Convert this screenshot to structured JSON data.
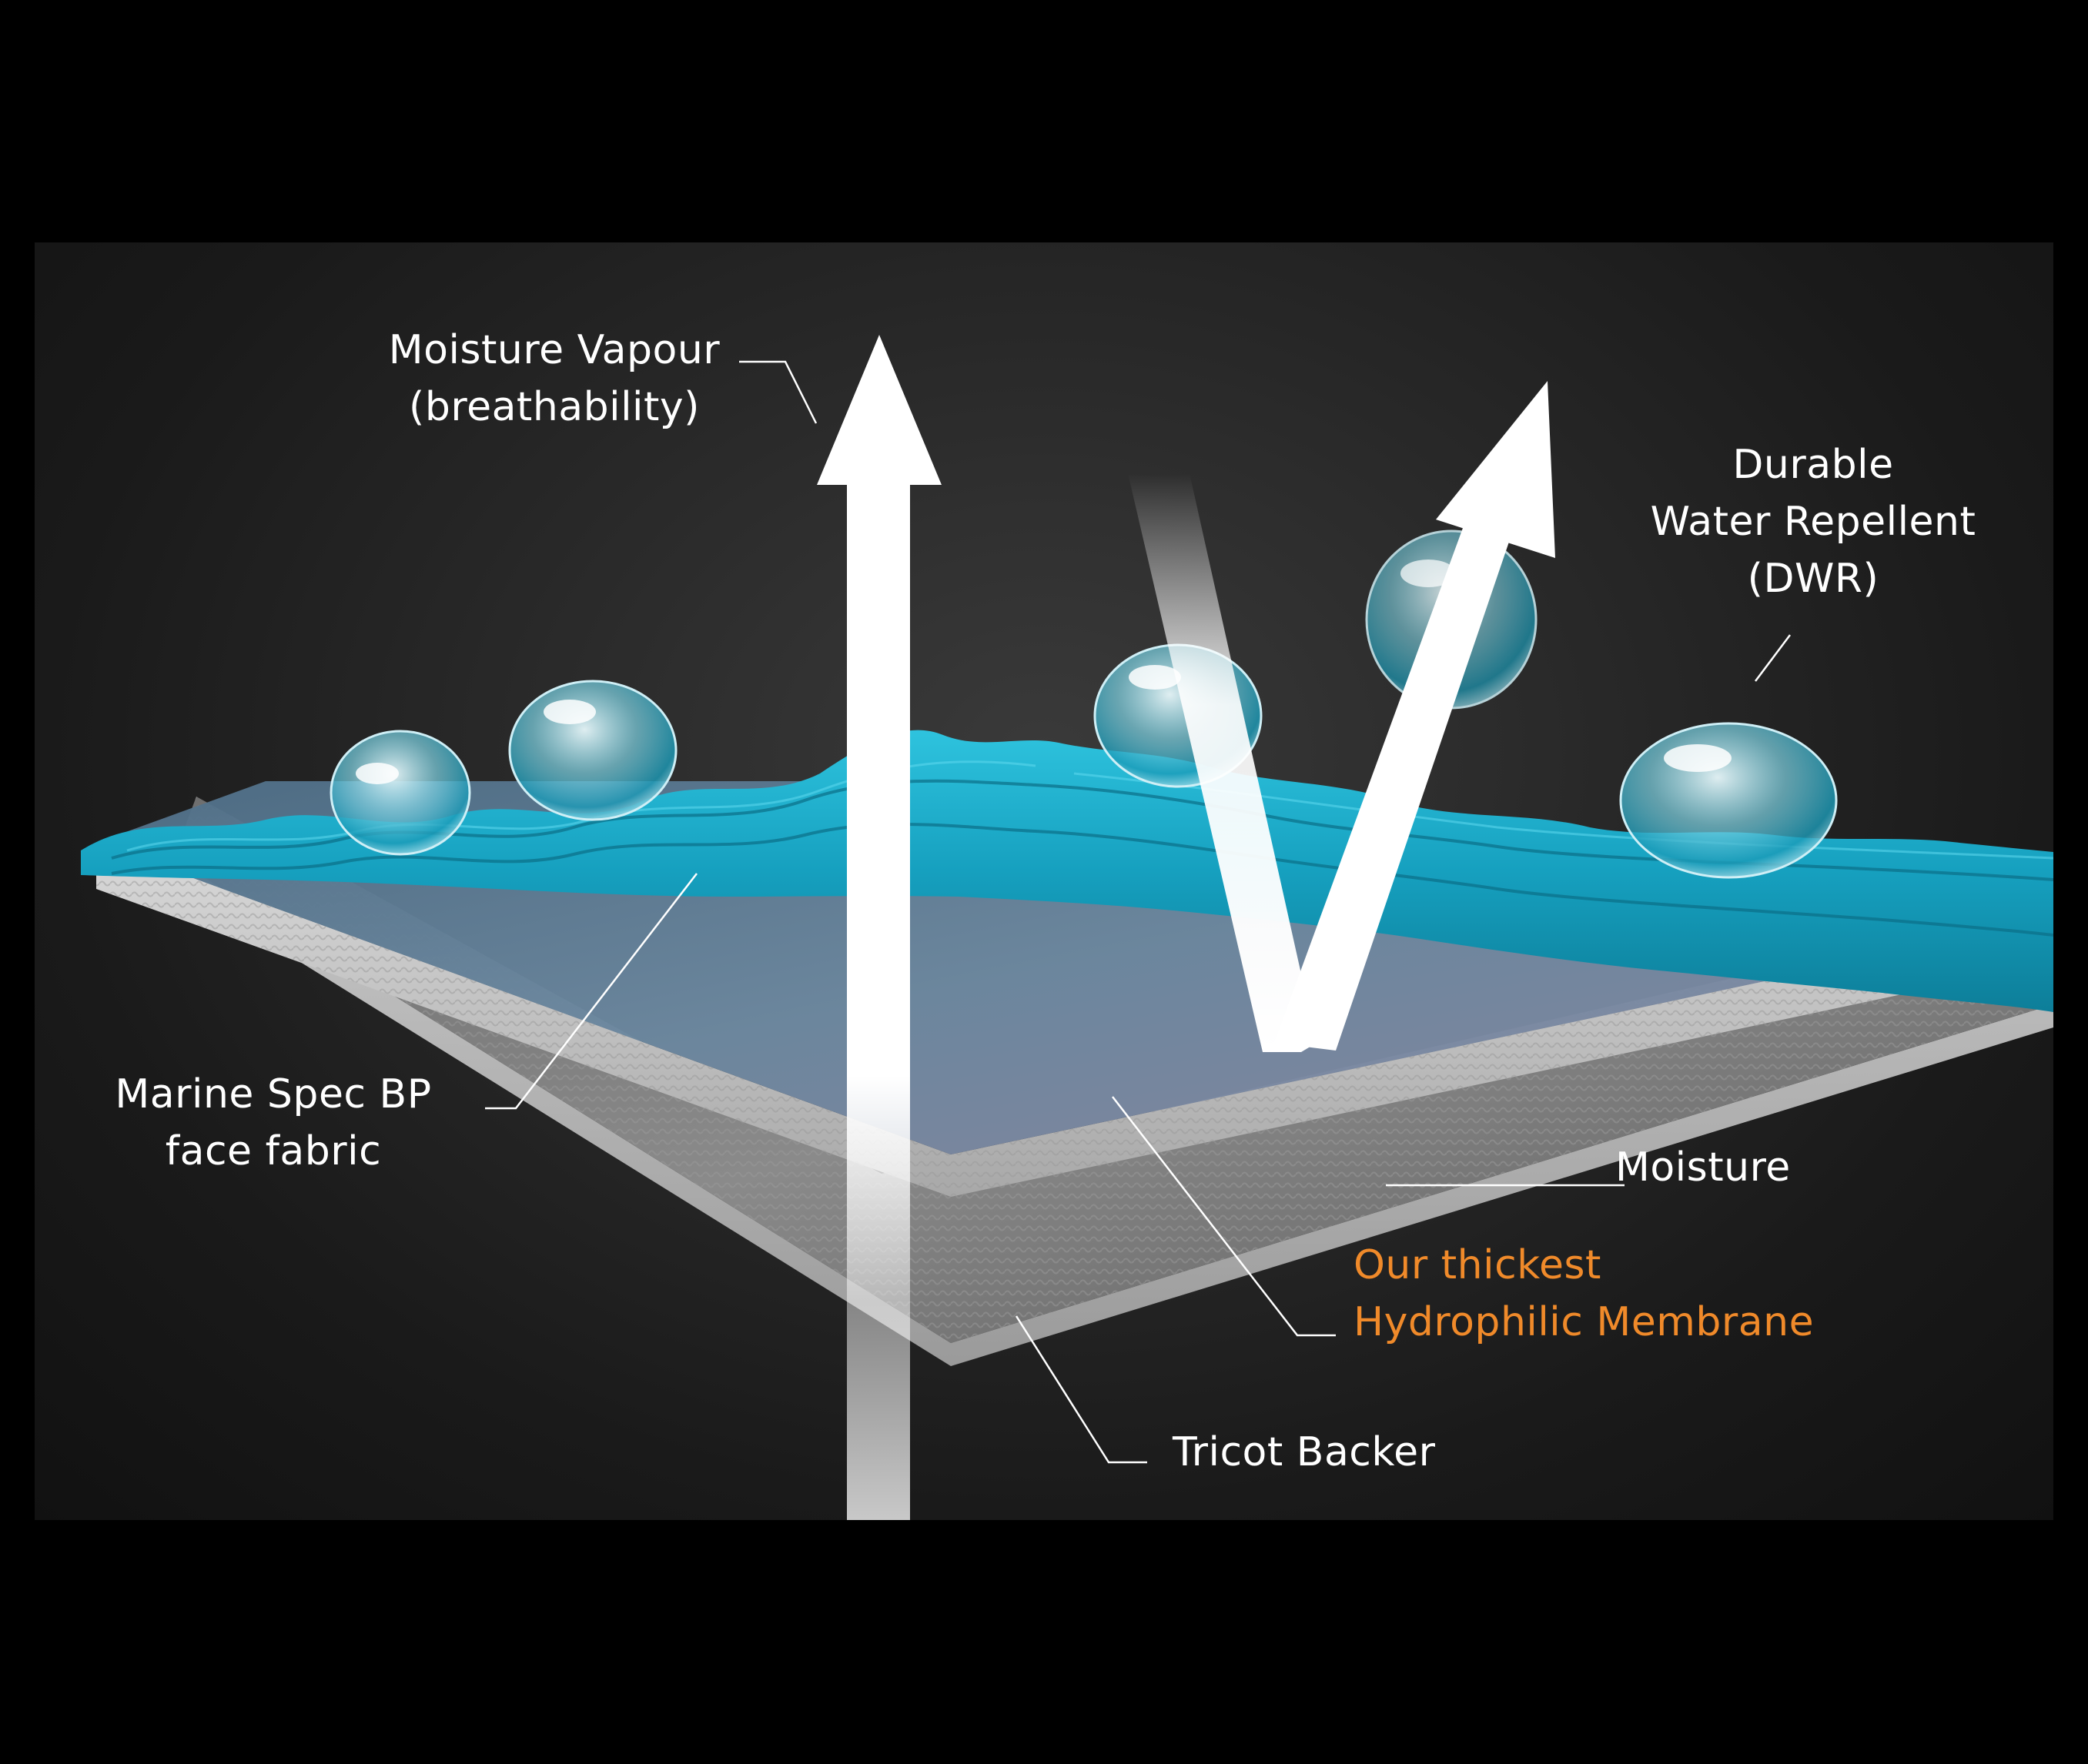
{
  "labels": {
    "moisture_vapour": {
      "line1": "Moisture Vapour",
      "line2": "(breathability)"
    },
    "dwr": {
      "line1": "Durable",
      "line2": "Water Repellent",
      "line3": "(DWR)"
    },
    "face_fabric": {
      "line1": "Marine Spec BP",
      "line2": "face fabric"
    },
    "moisture": {
      "line1": "Moisture"
    },
    "membrane": {
      "line1": "Our thickest",
      "line2": "Hydrophilic Membrane"
    },
    "tricot": {
      "line1": "Tricot Backer"
    }
  },
  "colors": {
    "background": "#000000",
    "fabric_teal": "#1aa6c4",
    "membrane_accent": "#f08a2a",
    "text": "#ffffff"
  }
}
